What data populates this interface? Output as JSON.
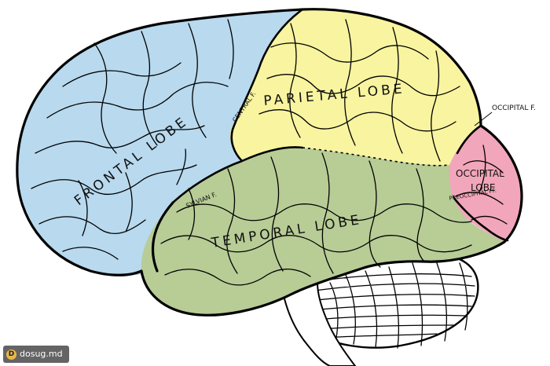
{
  "labels": {
    "frontal": "FRONTAL LOBE",
    "parietal": "PARIETAL LOBE",
    "temporal": "TEMPORAL LOBE",
    "occipital_line1": "OCCIPITAL",
    "occipital_line2": "LOBE",
    "central_fissure": "CENTRAL F.",
    "occipital_fissure": "OCCIPITAL F.",
    "sylvian_fissure": "SYLVIAN F.",
    "preoccipital_fissure": "PREOCCIPITAL FF."
  },
  "colors": {
    "frontal": "#b8d9ee",
    "parietal": "#f8f4a0",
    "temporal": "#b8cc96",
    "occipital": "#f2a6bb",
    "cerebellum": "#ffffff",
    "outline": "#000000"
  },
  "watermark": {
    "text": "dosug.md"
  }
}
